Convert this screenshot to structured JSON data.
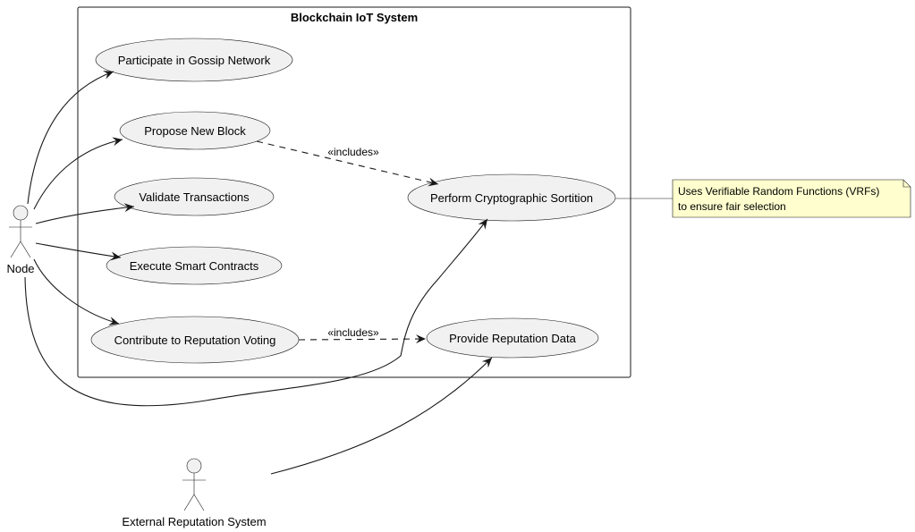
{
  "system": {
    "title": "Blockchain IoT System"
  },
  "actors": {
    "node": "Node",
    "external": "External Reputation System"
  },
  "use_cases": {
    "gossip": "Participate in Gossip Network",
    "propose": "Propose New Block",
    "validate": "Validate Transactions",
    "execute": "Execute Smart Contracts",
    "contribute": "Contribute to Reputation Voting",
    "sortition": "Perform Cryptographic Sortition",
    "reputation_data": "Provide Reputation Data"
  },
  "relations": {
    "includes_1": "«includes»",
    "includes_2": "«includes»"
  },
  "note": {
    "line1": "Uses Verifiable Random Functions (VRFs)",
    "line2": "to ensure fair selection"
  }
}
